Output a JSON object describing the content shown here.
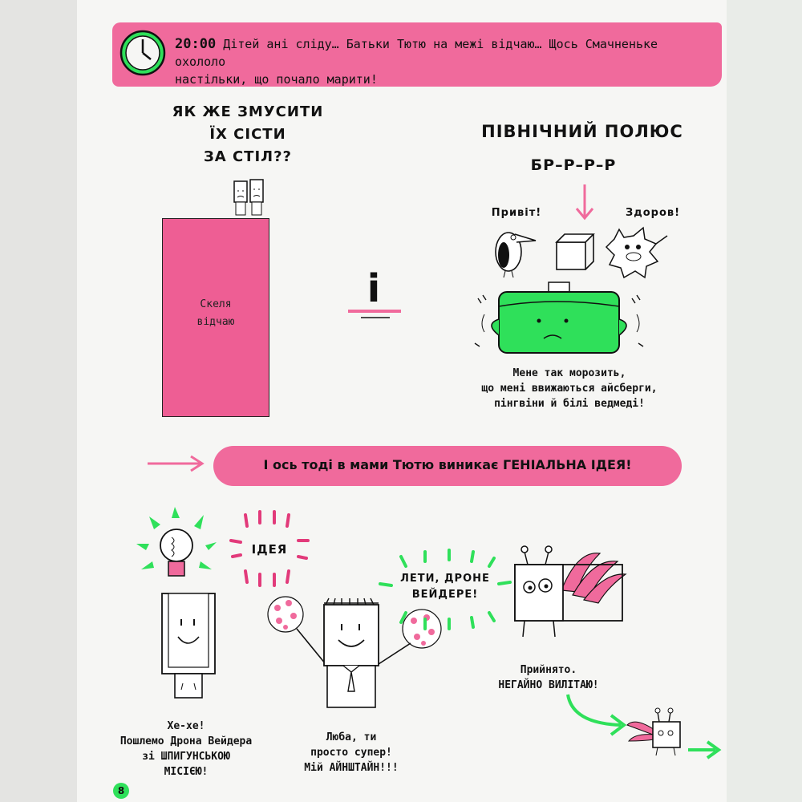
{
  "banner": {
    "time": "20:00",
    "line1": "Дітей ані сліду… Батьки Тютю на межі відчаю… Щось Смачненьке охололо",
    "line2": "настільки, що почало марити!"
  },
  "question": {
    "line1": "ЯК ЖЕ ЗМУСИТИ",
    "line2": "ЇХ СІСТИ",
    "line3": "ЗА СТІЛ??"
  },
  "rock": {
    "line1": "Скеля",
    "line2": "відчаю"
  },
  "letter_i": "і",
  "north_pole": {
    "title": "ПІВНІЧНИЙ ПОЛЮС",
    "sound": "БР–Р–Р–Р"
  },
  "hello_left": "Привіт!",
  "hello_right": "Здоров!",
  "freeze": {
    "line1": "Мене так морозить,",
    "line2": "що мені ввижаються айсберги,",
    "line3": "пінгвіни й білі ведмеді!"
  },
  "idea_banner": "І ось тоді в мами Тютю виникає ГЕНІАЛЬНА ІДЕЯ!",
  "idea_word": "ІДЕЯ",
  "fly": {
    "line1": "ЛЕТИ, ДРОНЕ",
    "line2": "ВЕЙДЕРЕ!"
  },
  "accepted": {
    "line1": "Прийнято.",
    "line2": "НЕГАЙНО ВИЛІТАЮ!"
  },
  "mom_caption": {
    "line1": "Хе-хе!",
    "line2": "Пошлемо Дрона Вейдера",
    "line3": "зі ШПИГУНСЬКОЮ",
    "line4": "МІСІЄЮ!"
  },
  "dad_caption": {
    "line1": "Люба, ти",
    "line2": "просто супер!",
    "line3": "Мій АЙНШТАЙН!!!"
  },
  "page_number": "8",
  "colors": {
    "pink": "#f06a9c",
    "green": "#2fe05a",
    "ink": "#111111"
  }
}
